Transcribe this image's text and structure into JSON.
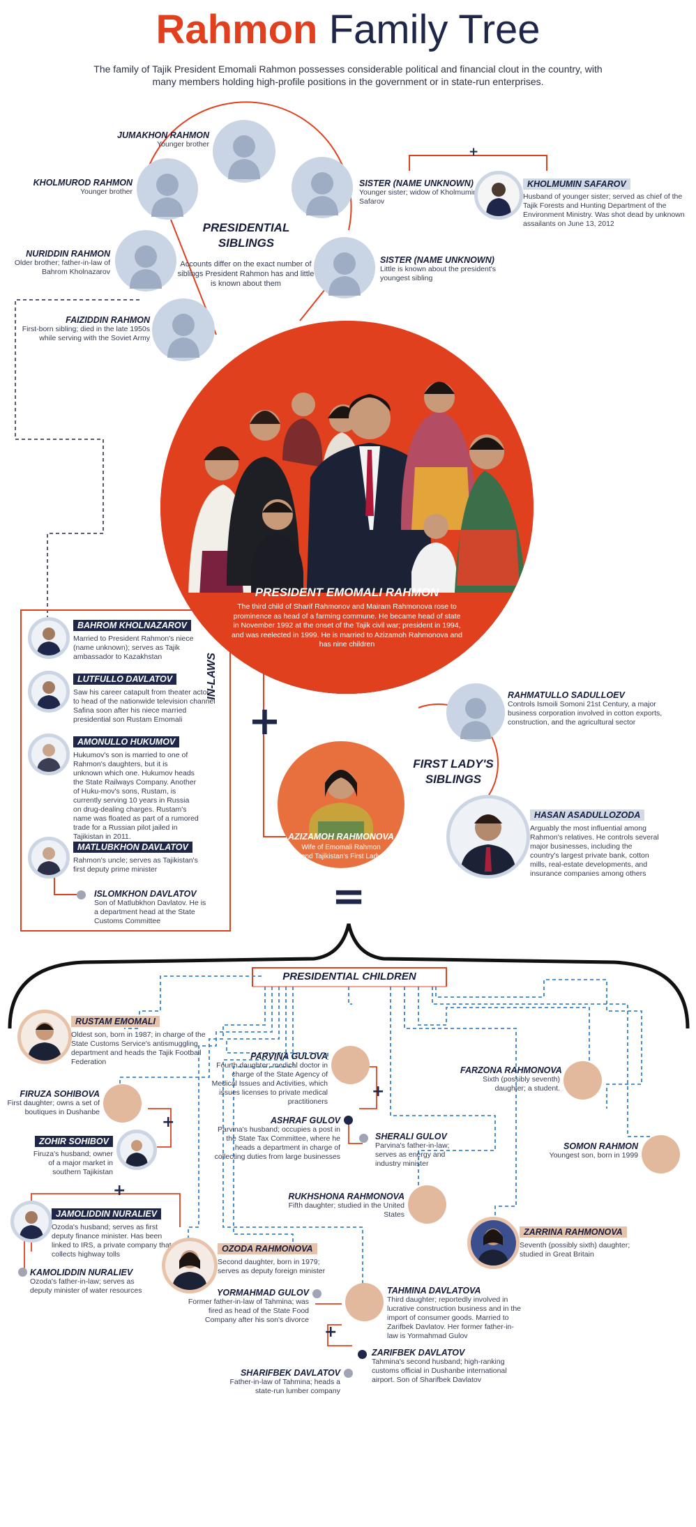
{
  "colors": {
    "accent": "#e0401d",
    "navy": "#1e2749",
    "pale_blue": "#c9d4e4",
    "tan": "#e2b99c",
    "orange": "#e8703e"
  },
  "header": {
    "title_red": "Rahmon",
    "title_dark": "Family Tree",
    "subtitle": "The family of Tajik President Emomali Rahmon possesses considerable political and financial clout in the country, with many members holding high-profile positions in the government or in state-run enterprises."
  },
  "siblings": {
    "title": "PRESIDENTIAL SIBLINGS",
    "note": "Accounts differ on the exact number of siblings President Rahmon has and little is known about them",
    "items": [
      {
        "name": "JUMAKHON RAHMON",
        "desc": "Younger brother",
        "icon": "person-silhouette-icon"
      },
      {
        "name": "KHOLMUROD RAHMON",
        "desc": "Younger brother",
        "icon": "person-silhouette-icon"
      },
      {
        "name": "NURIDDIN RAHMON",
        "desc": "Older brother; father-in-law of Bahrom Kholnazarov",
        "icon": "person-silhouette-icon"
      },
      {
        "name": "FAIZIDDIN RAHMON",
        "desc": "First-born sibling; died in the late 1950s while serving with the Soviet Army",
        "icon": "person-silhouette-icon"
      },
      {
        "name": "SISTER (NAME UNKNOWN)",
        "desc": "Younger sister; widow of Kholmumin Safarov",
        "icon": "person-silhouette-icon"
      },
      {
        "name": "SISTER (NAME UNKNOWN)",
        "desc": "Little is known about the president's youngest sibling",
        "icon": "person-silhouette-icon"
      }
    ],
    "spouse": {
      "name": "KHOLMUMIN SAFAROV",
      "desc": "Husband of younger sister; served as chief of the Tajik Forests and Hunting Department of the Environment Ministry. Was shot dead by unknown assailants on June 13, 2012"
    }
  },
  "president": {
    "name": "PRESIDENT EMOMALI RAHMON",
    "desc": "The third child of Sharif Rahmonov and Mairam Rahmonova rose to prominence as head of a farming commune. He became head of state in November 1992 at the onset of the Tajik civil war; president in 1994, and was reelected in 1999. He is married to Azizamoh Rahmonova and has nine children"
  },
  "inlaws": {
    "label": "IN-LAWS",
    "items": [
      {
        "name": "BAHROM KHOLNAZAROV",
        "desc": "Married to President Rahmon's niece (name unknown); serves as Tajik ambassador to Kazakhstan"
      },
      {
        "name": "LUTFULLO DAVLATOV",
        "desc": "Saw his career catapult from theater actor to head of the nationwide television channel Safina soon after his niece married presidential son Rustam Emomali"
      },
      {
        "name": "AMONULLO HUKUMOV",
        "desc": "Hukumov's son is married to one of Rahmon's daughters, but it is unknown which one. Hukumov heads the State Railways Company. Another of Huku-mov's sons, Rustam, is currently serving 10 years in Russia on drug-dealing charges. Rustam's name was floated as part of a rumored trade for a Russian pilot jailed in Tajikistan in 2011."
      },
      {
        "name": "MATLUBKHON DAVLATOV",
        "desc": "Rahmon's uncle; serves as Tajikistan's first deputy prime minister"
      },
      {
        "name": "ISLOMKHON DAVLATOV",
        "desc": "Son of Matlubkhon Davlatov. He is a department head at the State Customs Committee"
      }
    ]
  },
  "first_lady": {
    "name": "AZIZAMOH RAHMONOVA",
    "desc": "Wife of Emomali Rahmon and Tajikistan's First Lady",
    "siblings_title": "FIRST LADY'S SIBLINGS",
    "siblings": [
      {
        "name": "RAHMATULLO SADULLOEV",
        "desc": "Controls Ismoili Somoni 21st Century, a major business corporation involved in cotton exports, construction, and the agricultural sector"
      },
      {
        "name": "HASAN ASADULLOZODA",
        "desc": "Arguably the most influential among Rahmon's relatives. He controls several major businesses, including the country's largest private bank, cotton mills, real-estate developments, and insurance companies among others"
      }
    ]
  },
  "symbols": {
    "plus": "+",
    "equals": "="
  },
  "children": {
    "title": "PRESIDENTIAL CHILDREN",
    "people": {
      "rustam": {
        "name": "RUSTAM EMOMALI",
        "desc": "Oldest son, born in 1987; in charge of the State Customs Service's antismuggling department and heads the Tajik Football Federation"
      },
      "firuza": {
        "name": "FIRUZA SOHIBOVA",
        "desc": "First daughter; owns a set of boutiques in Dushanbe"
      },
      "zohir": {
        "name": "ZOHIR SOHIBOV",
        "desc": "Firuza's husband; owner of a major market in southern Tajikistan"
      },
      "jamoliddin": {
        "name": "JAMOLIDDIN NURALIEV",
        "desc": "Ozoda's husband; serves as first deputy finance minister. Has been linked to IRS, a private company that collects highway tolls"
      },
      "kamoliddin": {
        "name": "KAMOLIDDIN NURALIEV",
        "desc": "Ozoda's father-in-law; serves as deputy minister of water resources"
      },
      "ozoda": {
        "name": "OZODA RAHMONOVA",
        "desc": "Second daughter, born in 1979; serves as deputy foreign minister"
      },
      "parvina": {
        "name": "PARVINA GULOVA",
        "desc": "Fourth daughter; medical doctor in charge of the State Agency of Medical Issues and Activities, which issues licenses to private medical practitioners"
      },
      "ashraf": {
        "name": "ASHRAF GULOV",
        "desc": "Parvina's husband; occupies a post in the State Tax Committee, where he heads a department in charge of collecting duties from large businesses"
      },
      "sherali": {
        "name": "SHERALI GULOV",
        "desc": "Parvina's father-in-law; serves as energy and industry minister"
      },
      "farzona": {
        "name": "FARZONA RAHMONOVA",
        "desc": "Sixth (possibly seventh) daughter; a student."
      },
      "somon": {
        "name": "SOMON RAHMON",
        "desc": "Youngest son, born in 1999"
      },
      "rukhshona": {
        "name": "RUKHSHONA RAHMONOVA",
        "desc": "Fifth daughter; studied in the United States"
      },
      "zarrina": {
        "name": "ZARRINA RAHMONOVA",
        "desc": "Seventh (possibly sixth) daughter; studied in Great Britain"
      },
      "yormahmad": {
        "name": "YORMAHMAD GULOV",
        "desc": "Former father-in-law of Tahmina; was fired as head of the State Food Company after his son's divorce"
      },
      "tahmina": {
        "name": "TAHMINA DAVLATOVA",
        "desc": "Third daughter; reportedly involved in lucrative construction business and in the import of consumer goods. Married to Zarifbek Davlatov. Her former father-in-law is Yormahmad Gulov"
      },
      "zarifbek": {
        "name": "ZARIFBEK DAVLATOV",
        "desc": "Tahmina's second husband; high-ranking customs official in Dushanbe international airport. Son of Sharifbek Davlatov"
      },
      "sharifbek": {
        "name": "SHARIFBEK DAVLATOV",
        "desc": "Father-in-law of Tahmina; heads a state-run lumber company"
      }
    }
  }
}
